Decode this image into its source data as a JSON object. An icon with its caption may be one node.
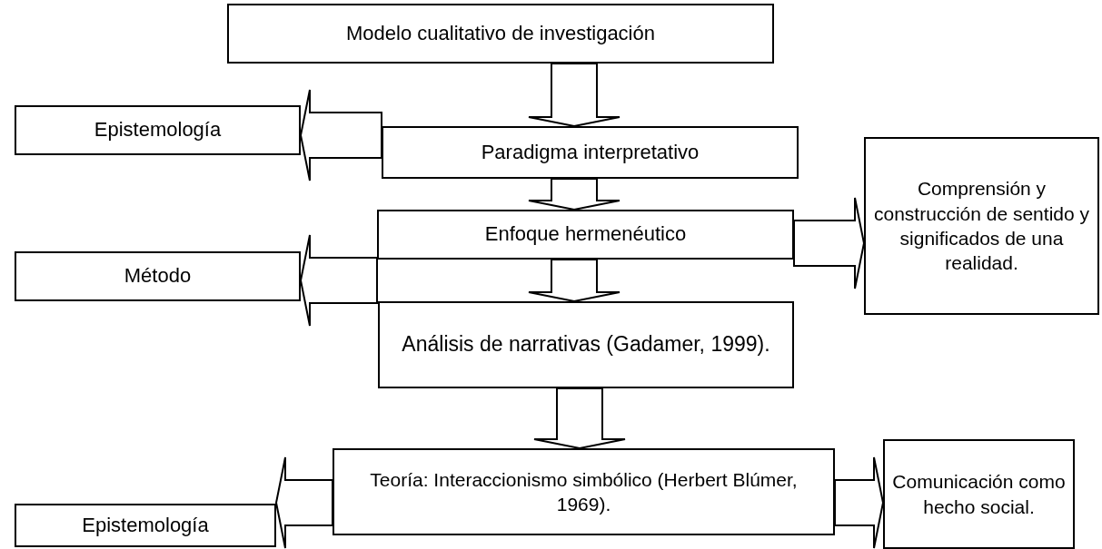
{
  "diagram": {
    "nodes": [
      {
        "text": [
          "Modelo cualitativo de investigación"
        ]
      },
      {
        "text": [
          "Epistemología"
        ]
      },
      {
        "text": [
          "Paradigma interpretativo"
        ]
      },
      {
        "text": [
          "Comprensión y construcción de sentido y significados de una realidad."
        ]
      },
      {
        "text": [
          "Enfoque hermenéutico"
        ]
      },
      {
        "text": [
          "Método"
        ]
      },
      {
        "text": [
          "Análisis de narrativas (Gadamer, 1999)."
        ]
      },
      {
        "text": [
          "Epistemología"
        ]
      },
      {
        "text": [
          "Teoría: Interaccionismo simbólico (Herbert Blúmer, 1969)."
        ]
      },
      {
        "text": [
          "Comunicación como hecho social."
        ]
      }
    ],
    "edges": [
      {
        "from": 0,
        "to": 2,
        "arrow": "to"
      },
      {
        "from": 2,
        "to": 1,
        "arrow": "to"
      },
      {
        "from": 2,
        "to": 4,
        "arrow": "to"
      },
      {
        "from": 4,
        "to": 3,
        "arrow": "to"
      },
      {
        "from": 4,
        "to": 5,
        "arrow": "to"
      },
      {
        "from": 4,
        "to": 6,
        "arrow": "to"
      },
      {
        "from": 6,
        "to": 8,
        "arrow": "to"
      },
      {
        "from": 8,
        "to": 7,
        "arrow": "to"
      },
      {
        "from": 8,
        "to": 9,
        "arrow": "to"
      }
    ]
  }
}
